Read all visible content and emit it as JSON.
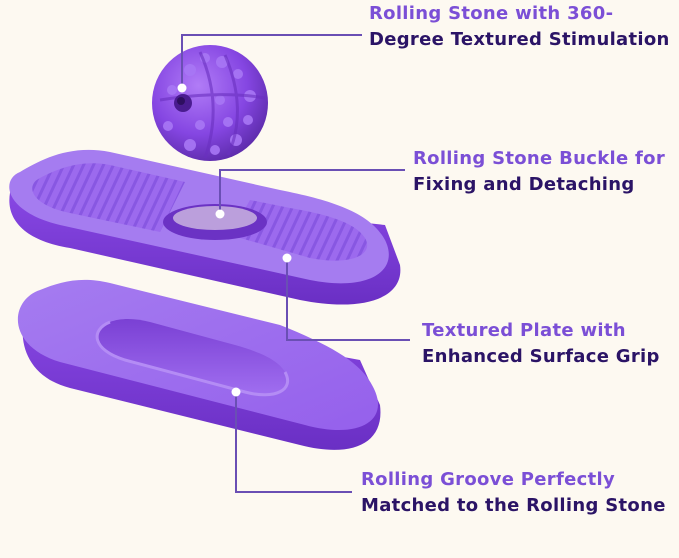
{
  "colors": {
    "background": "#fdf9f1",
    "product_purple": "#8a49e6",
    "heading_purple": "#7b4fd6",
    "text_dark_purple": "#2b1466",
    "leader_line": "#6a4fb4"
  },
  "callouts": [
    {
      "line1": "Rolling Stone with 360-",
      "line2": "Degree Textured Stimulation"
    },
    {
      "line1": "Rolling Stone Buckle for",
      "line2": "Fixing and Detaching"
    },
    {
      "line1": "Textured Plate with",
      "line2": "Enhanced Surface Grip"
    },
    {
      "line1": "Rolling Groove Perfectly",
      "line2": "Matched to the Rolling Stone"
    }
  ]
}
